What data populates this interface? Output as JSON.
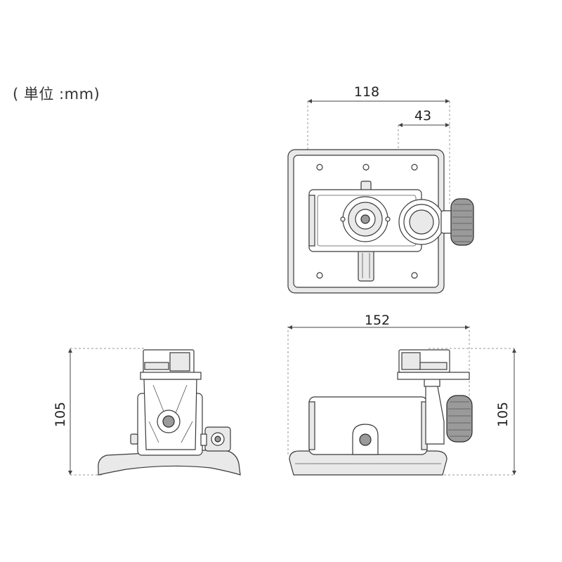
{
  "unit_note": "( 単位 :mm)",
  "dimensions": {
    "top_overall_width": "118",
    "top_knob_offset": "43",
    "bottom_width": "152",
    "left_height": "105",
    "right_height": "105"
  },
  "colors": {
    "line": "#3a3a3a",
    "dimension_line": "#444444",
    "extension_line": "#999999",
    "fill_light": "#e9e9e9",
    "fill_dark": "#9a9a9a"
  }
}
